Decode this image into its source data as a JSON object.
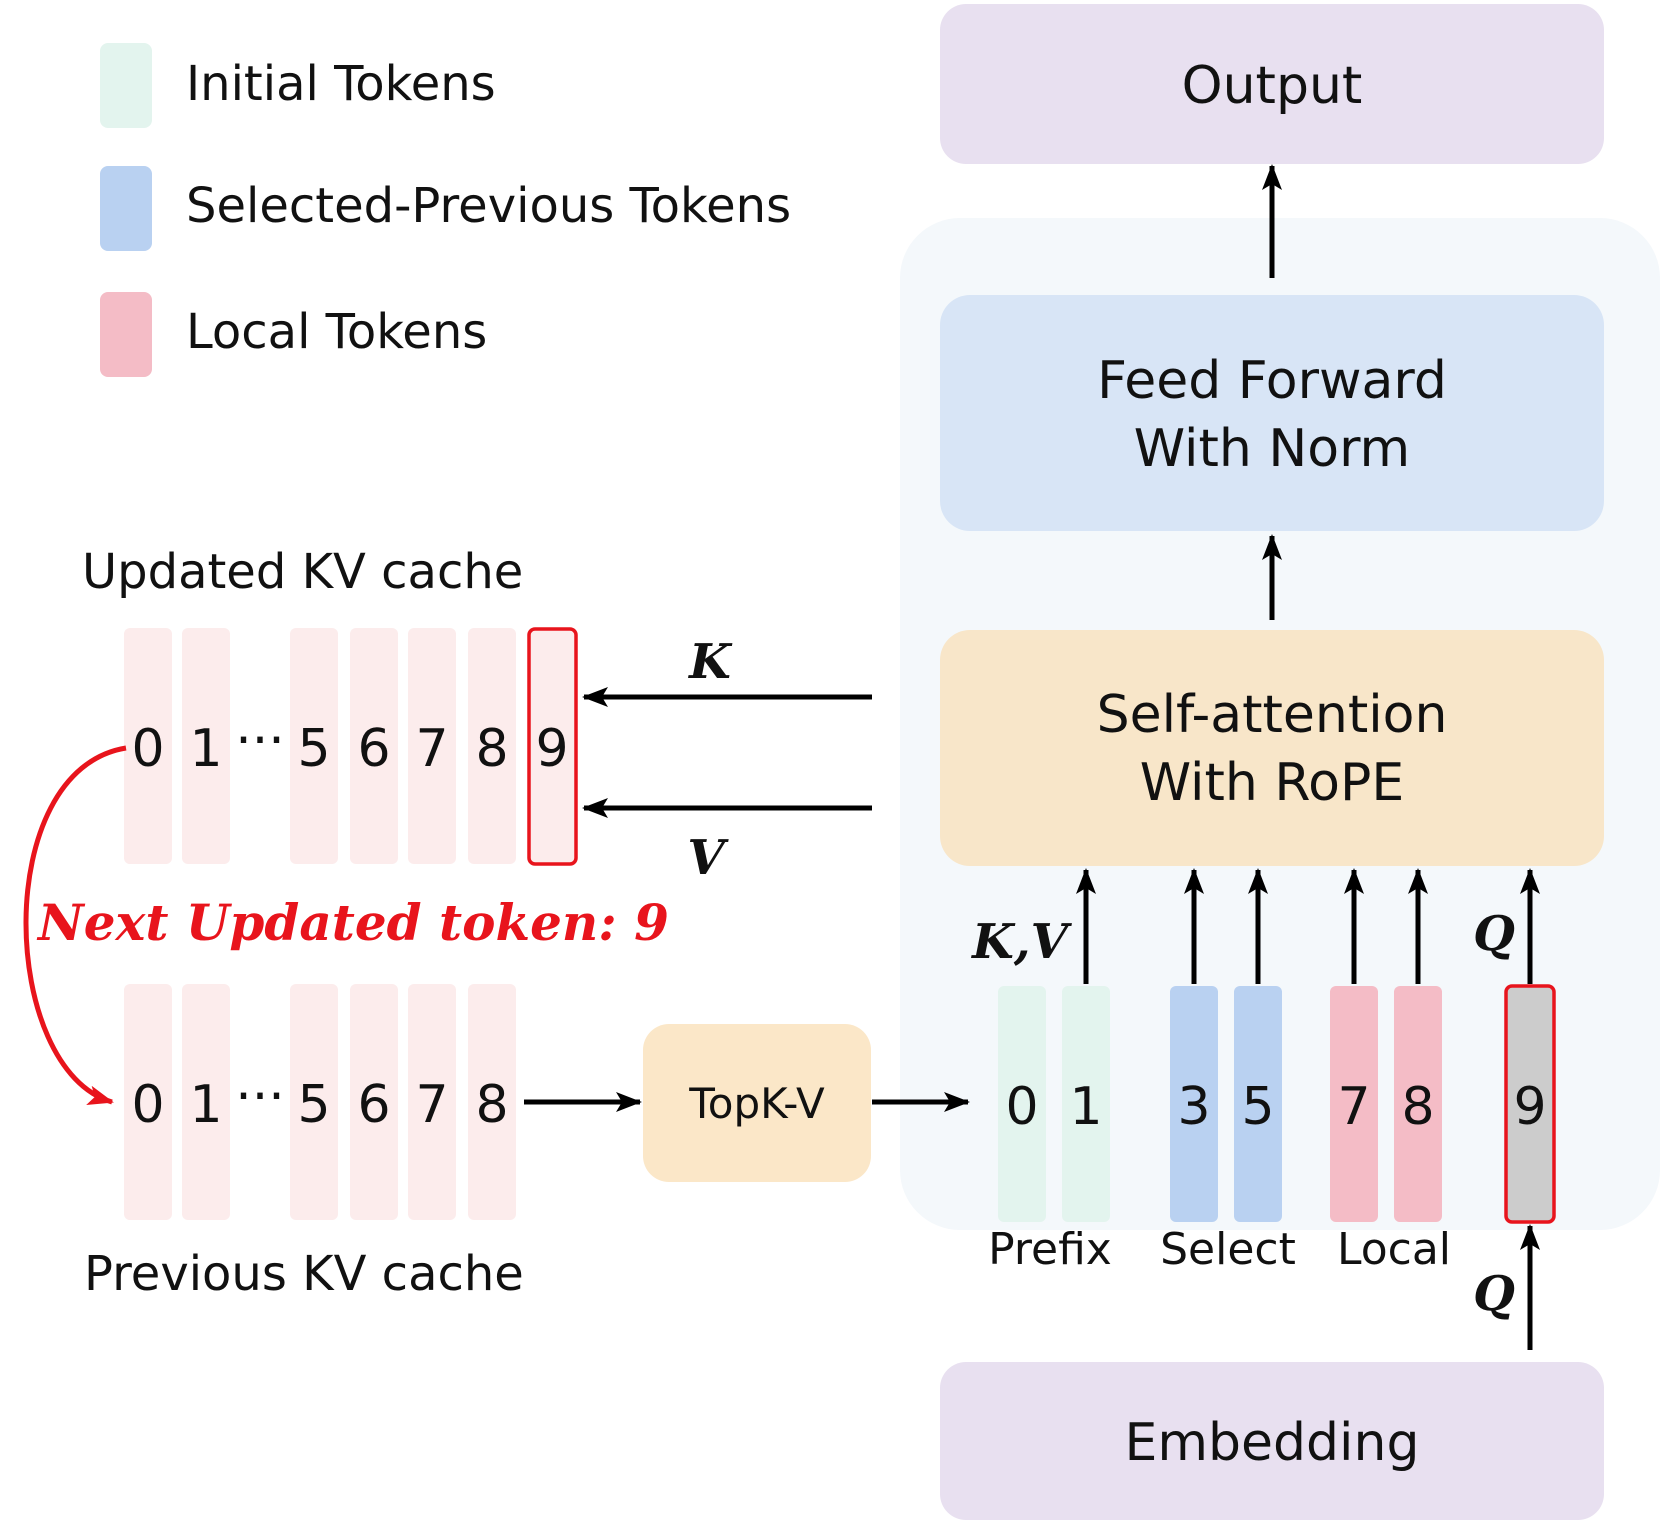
{
  "legend": {
    "items": [
      {
        "label": "Initial Tokens",
        "color": "#e3f4ee"
      },
      {
        "label": "Selected-Previous Tokens",
        "color": "#b9d1f1"
      },
      {
        "label": "Local Tokens",
        "color": "#f4bcc6"
      }
    ]
  },
  "blocks": {
    "output": "Output",
    "ffn_line1": "Feed Forward",
    "ffn_line2": "With Norm",
    "attn_line1": "Self-attention",
    "attn_line2": "With RoPE",
    "topk": "TopK-V",
    "embedding": "Embedding"
  },
  "cache": {
    "updated_title": "Updated KV cache",
    "previous_title": "Previous KV cache",
    "updated_tokens": [
      "0",
      "1",
      "5",
      "6",
      "7",
      "8",
      "9"
    ],
    "previous_tokens": [
      "0",
      "1",
      "5",
      "6",
      "7",
      "8"
    ],
    "ellipsis": "···",
    "next_update": "Next Updated token: 9"
  },
  "arrows": {
    "k": "K",
    "v": "V",
    "kv": "K,V",
    "q": "Q"
  },
  "selected": {
    "tokens": [
      {
        "label": "0",
        "group": "prefix"
      },
      {
        "label": "1",
        "group": "prefix"
      },
      {
        "label": "3",
        "group": "select"
      },
      {
        "label": "5",
        "group": "select"
      },
      {
        "label": "7",
        "group": "local"
      },
      {
        "label": "8",
        "group": "local"
      },
      {
        "label": "9",
        "group": "current"
      }
    ],
    "groups": {
      "prefix": "Prefix",
      "select": "Select",
      "local": "Local"
    }
  },
  "colors": {
    "output_bg": "#e8e0f0",
    "embedding_bg": "#e8e0f0",
    "ffn_bg": "#d8e5f6",
    "attn_bg": "#f8e6c9",
    "topk_bg": "#fbe7c8",
    "panel_bg": "#f4f8fb",
    "cache_col": "#fcecec",
    "current_token": "#cccccc",
    "highlight": "#e8141c"
  }
}
